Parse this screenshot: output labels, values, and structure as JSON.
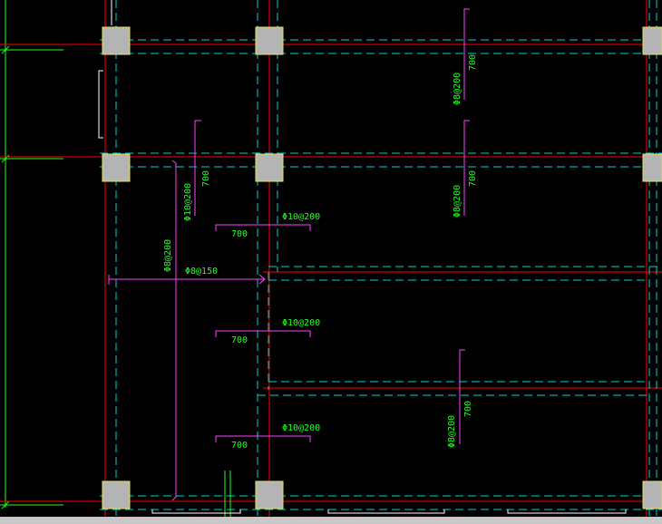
{
  "colors": {
    "background": "#000000",
    "axis": "#ff0000",
    "beam_edge": "#00d2d2",
    "wall_edge": "#ffffff",
    "rebar": "#ff40ff",
    "label": "#20ff20",
    "dimension_line": "#20ff20",
    "column_fill": "#b4b4b4",
    "column_edge": "#e8e060",
    "status_strip": "#c8c8c8"
  },
  "labels": {
    "slab1_top_spec": "Φ8@200",
    "slab1_top_len": "700",
    "slab1_mid_spec": "Φ8@200",
    "slab1_mid_len": "700",
    "col1_spec": "Φ10@200",
    "col1_len": "700",
    "sec_spec_a": "Φ10@200",
    "sec_len_a": "700",
    "sec_spec_b": "Φ10@200",
    "sec_len_b": "700",
    "sec_spec_c": "Φ10@200",
    "sec_len_c": "700",
    "lower_spec": "Φ8@200",
    "lower_len": "700",
    "long_bar_spec": "Φ8@200",
    "dist_bar_spec": "Φ8@150"
  }
}
